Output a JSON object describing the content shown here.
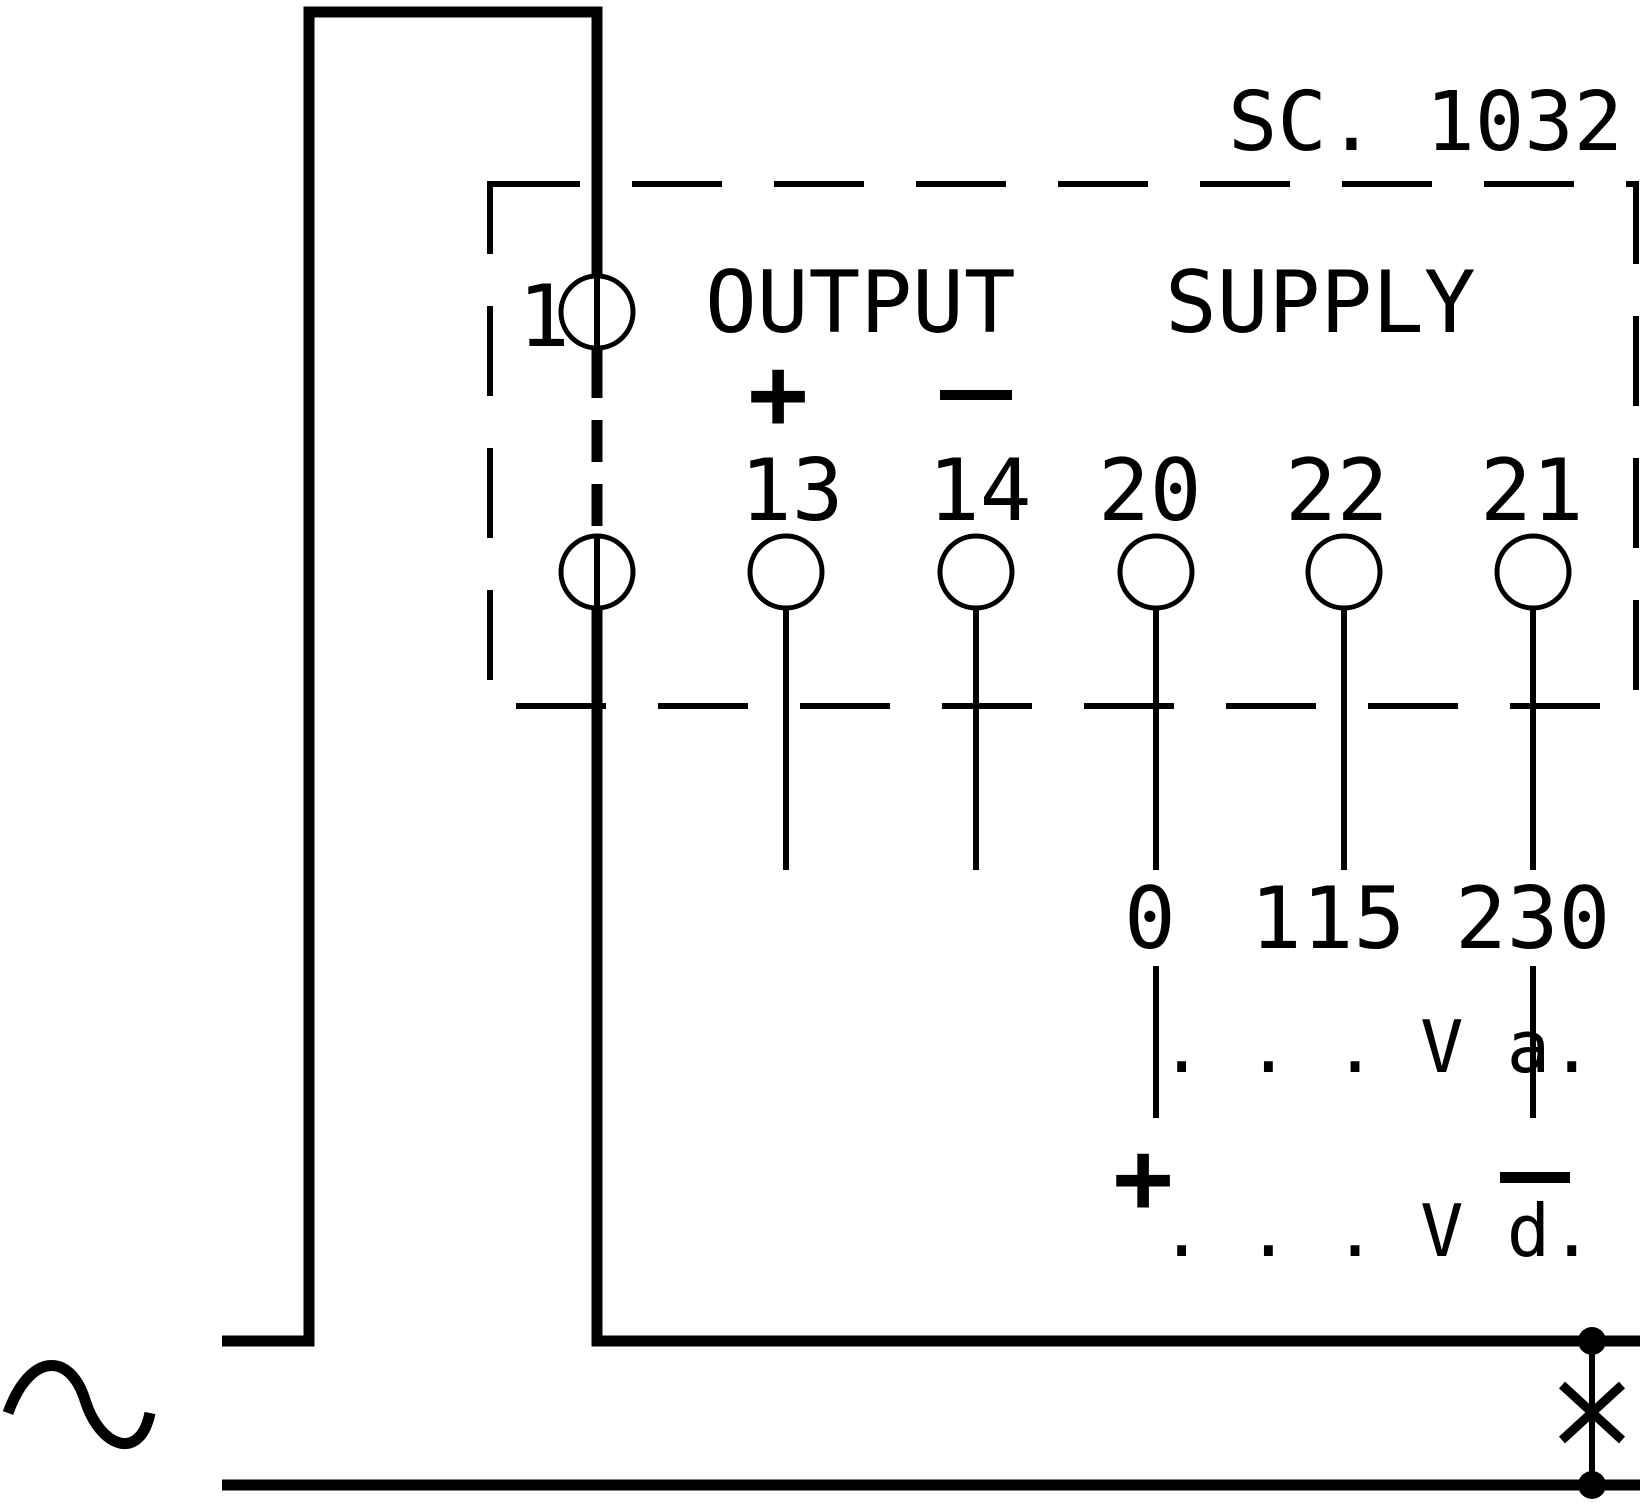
{
  "diagram": {
    "device_label": "SC. 1032",
    "section_output": "OUTPUT",
    "section_supply": "SUPPLY",
    "output_plus": "+",
    "output_minus": "—",
    "terminal_top": "1",
    "terminals": [
      "13",
      "14",
      "20",
      "22",
      "21"
    ],
    "supply_taps": [
      "0",
      "115",
      "230"
    ],
    "ac_label": ". . . V a. c.",
    "dc_label": ". . . V d. c.",
    "dc_plus": "+",
    "dc_minus": "—",
    "ac_source_symbol": "~"
  }
}
